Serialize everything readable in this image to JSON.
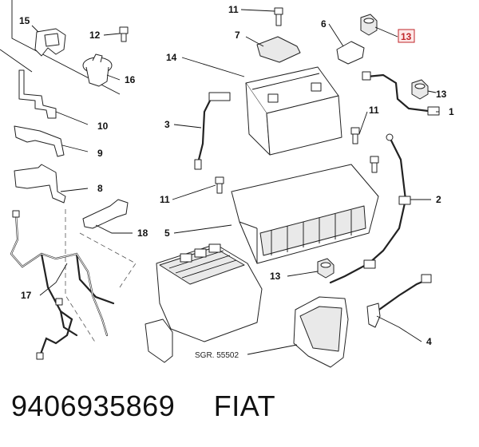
{
  "diagram": {
    "callouts": {
      "c1": "1",
      "c2": "2",
      "c3": "3",
      "c4": "4",
      "c5": "5",
      "c6": "6",
      "c7": "7",
      "c8": "8",
      "c9": "9",
      "c10": "10",
      "c11a": "11",
      "c11b": "11",
      "c11c": "11",
      "c12": "12",
      "c13a": "13",
      "c13b": "13",
      "c13c": "13",
      "c14": "14",
      "c15": "15",
      "c16": "16",
      "c17": "17",
      "c18": "18"
    },
    "highlight_color": "#c0262a",
    "caption": "SGR. 55502"
  },
  "footer": {
    "part_number": "9406935869",
    "brand": "FIAT"
  }
}
